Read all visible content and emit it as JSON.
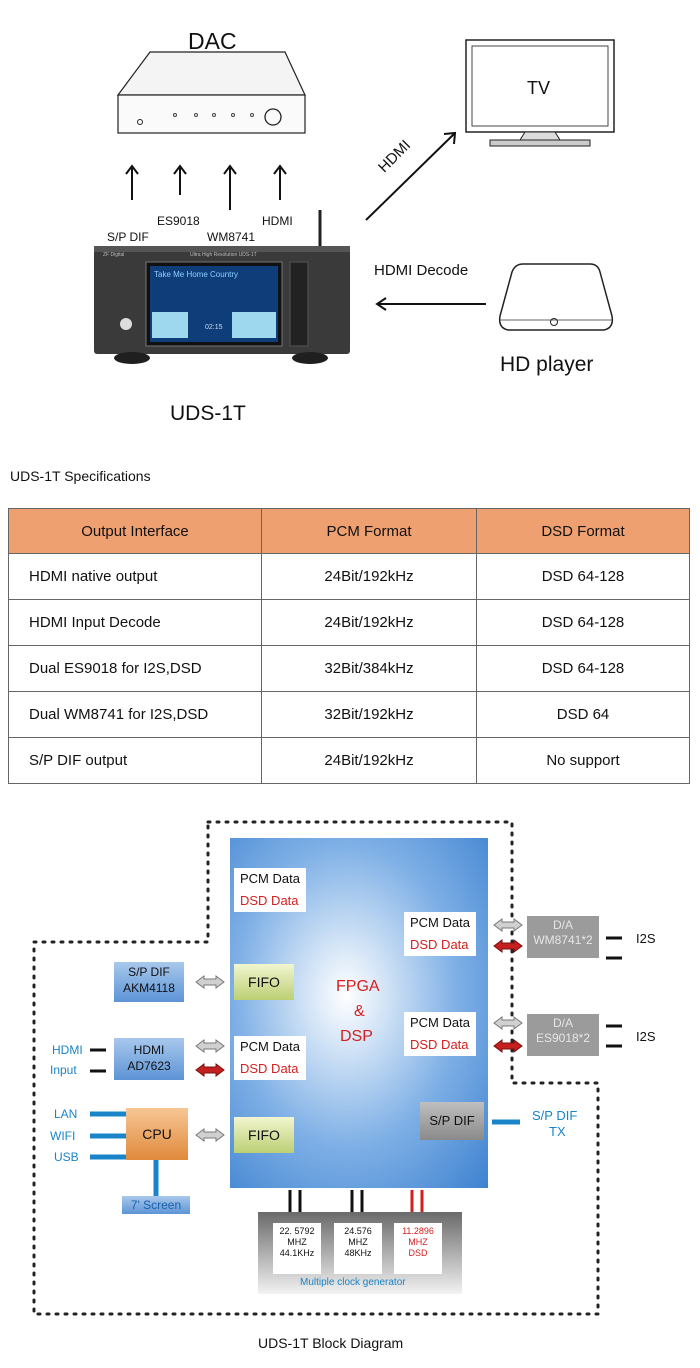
{
  "top": {
    "dac_label": "DAC",
    "tv_label": "TV",
    "tv_link_label": "HDMI",
    "outputs": [
      "S/P DIF",
      "ES9018",
      "WM8741",
      "HDMI"
    ],
    "hdmi_decode_label": "HDMI Decode",
    "hd_player_label": "HD player",
    "device_name": "UDS-1T",
    "device_screen": {
      "brand": "ZF Digital",
      "model_text": "Ultra High Resolution   UDS-1T",
      "track": "Take Me Home Country",
      "time": "02:15"
    }
  },
  "specs": {
    "caption": "UDS-1T  Specifications",
    "headers": [
      "Output Interface",
      "PCM Format",
      "DSD Format"
    ],
    "rows": [
      [
        "HDMI native output",
        "24Bit/192kHz",
        "DSD 64-128"
      ],
      [
        "HDMI Input Decode",
        "24Bit/192kHz",
        "DSD 64-128"
      ],
      [
        "Dual ES9018 for I2S,DSD",
        "32Bit/384kHz",
        "DSD 64-128"
      ],
      [
        "Dual WM8741 for I2S,DSD",
        "32Bit/192kHz",
        "DSD 64"
      ],
      [
        "S/P DIF output",
        "24Bit/192kHz",
        "No support"
      ]
    ]
  },
  "block": {
    "fpga_line1": "FPGA",
    "fpga_line2": "&",
    "fpga_line3": "DSP",
    "pcm": "PCM Data",
    "dsd": "DSD Data",
    "fifo": "FIFO",
    "spdif_in_1": "S/P DIF",
    "spdif_in_2": "AKM4118",
    "hdmi_chip_1": "HDMI",
    "hdmi_chip_2": "AD7623",
    "hdmi_input_1": "HDMI",
    "hdmi_input_2": "Input",
    "cpu": "CPU",
    "lan": "LAN",
    "wifi": "WIFI",
    "usb": "USB",
    "screen": "7' Screen",
    "da1_1": "D/A",
    "da1_2": "WM8741*2",
    "da2_1": "D/A",
    "da2_2": "ES9018*2",
    "i2s": "I2S",
    "spdif_out": "S/P DIF",
    "spdif_tx_1": "S/P DIF",
    "spdif_tx_2": "TX",
    "clk1": [
      "22. 5792",
      "MHZ",
      "44.1KHz"
    ],
    "clk2": [
      "24.576",
      "MHZ",
      "48KHz"
    ],
    "clk3": [
      "11.2896",
      "MHZ",
      "DSD"
    ],
    "clock_gen": "Multiple clock generator",
    "caption": "UDS-1T  Block Diagram"
  },
  "colors": {
    "header_orange": "#efa070",
    "accent_blue": "#1a84c8",
    "dsd_red": "#d41f1f"
  }
}
